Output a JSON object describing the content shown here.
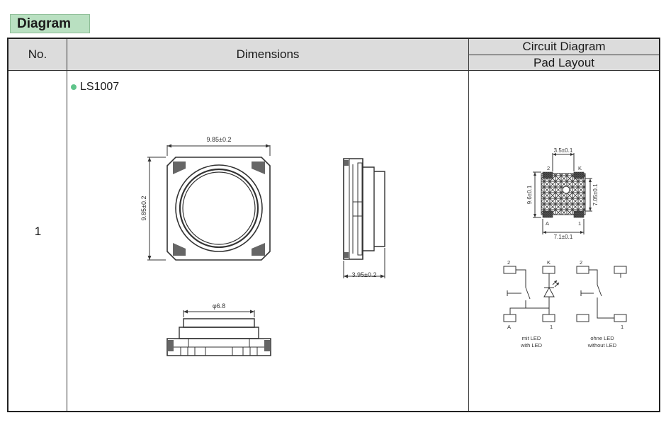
{
  "section": {
    "title": "Diagram"
  },
  "table": {
    "headers": {
      "no": "No.",
      "dimensions": "Dimensions",
      "circuit": "Circuit Diagram",
      "pad": "Pad Layout"
    },
    "row": {
      "no": "1",
      "model": "LS1007"
    }
  },
  "drawing": {
    "top_width": "9.85±0.2",
    "top_height": "9.85±0.2",
    "side_depth": "3.95±0.2",
    "front_diameter": "φ6.8",
    "pad_inner": "3.5±0.1",
    "pad_height": "9.6±0.1",
    "pad_inner_h": "7.05±0.1",
    "pad_width": "7.1±0.1",
    "pin_2": "2",
    "pin_k": "K",
    "pin_a": "A",
    "pin_1": "1",
    "label_led_de": "mit LED",
    "label_led_en": "with LED",
    "label_noled_de": "ohne LED",
    "label_noled_en": "without LED"
  },
  "colors": {
    "tag_bg": "#b9e0c1",
    "header_bg": "#dcdcdc",
    "bullet": "#5fc48a"
  }
}
